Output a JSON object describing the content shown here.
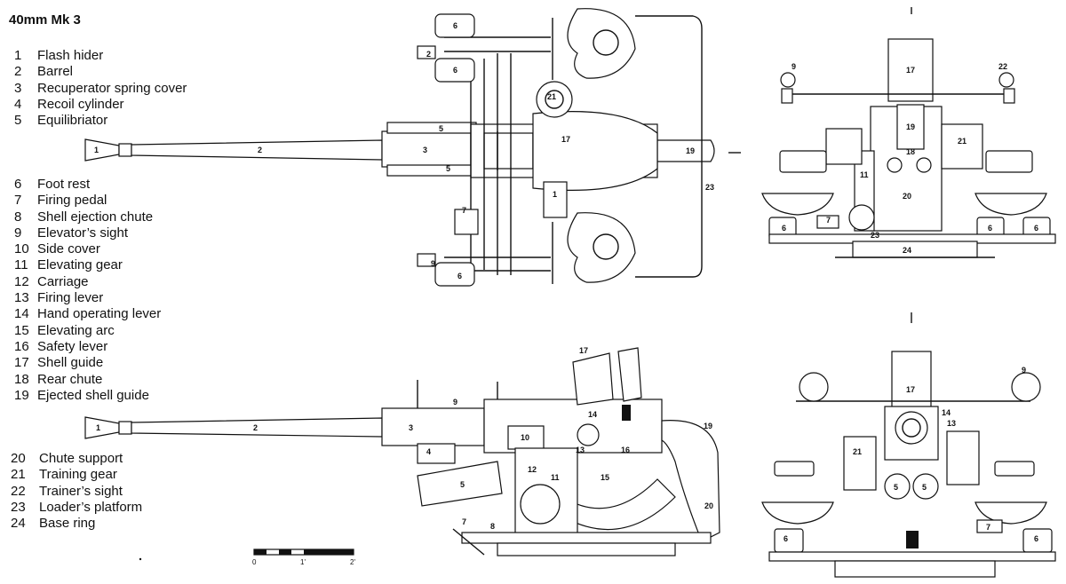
{
  "title": "40mm Mk 3",
  "legend_groups": [
    [
      {
        "num": "1",
        "label": "Flash hider"
      },
      {
        "num": "2",
        "label": "Barrel"
      },
      {
        "num": "3",
        "label": "Recuperator spring cover"
      },
      {
        "num": "4",
        "label": "Recoil cylinder"
      },
      {
        "num": "5",
        "label": "Equilibriator"
      }
    ],
    [
      {
        "num": "6",
        "label": "Foot rest"
      },
      {
        "num": "7",
        "label": "Firing pedal"
      },
      {
        "num": "8",
        "label": "Shell ejection chute"
      },
      {
        "num": "9",
        "label": "Elevator’s sight"
      },
      {
        "num": "10",
        "label": "Side cover"
      },
      {
        "num": "11",
        "label": "Elevating gear"
      },
      {
        "num": "12",
        "label": "Carriage"
      },
      {
        "num": "13",
        "label": "Firing lever"
      },
      {
        "num": "14",
        "label": "Hand operating lever"
      },
      {
        "num": "15",
        "label": "Elevating arc"
      },
      {
        "num": "16",
        "label": "Safety lever"
      },
      {
        "num": "17",
        "label": "Shell guide"
      },
      {
        "num": "18",
        "label": "Rear chute"
      },
      {
        "num": "19",
        "label": "Ejected shell guide"
      }
    ],
    [
      {
        "num": "20",
        "label": "Chute support"
      },
      {
        "num": "21",
        "label": "Training gear"
      },
      {
        "num": "22",
        "label": "Trainer’s sight"
      },
      {
        "num": "23",
        "label": "Loader’s platform"
      },
      {
        "num": "24",
        "label": "Base ring"
      }
    ]
  ],
  "scale_bar": {
    "labels": [
      "0",
      "1'",
      "2'"
    ]
  },
  "callouts": {
    "top_view": [
      "1",
      "2",
      "3",
      "5",
      "5",
      "6",
      "2",
      "6",
      "17",
      "19",
      "21",
      "1",
      "7",
      "9",
      "6",
      "23"
    ],
    "side_view": [
      "1",
      "2",
      "3",
      "4",
      "5",
      "9",
      "10",
      "11",
      "12",
      "13",
      "14",
      "15",
      "16",
      "17",
      "19",
      "20",
      "7",
      "8"
    ],
    "rear_view": [
      "9",
      "22",
      "17",
      "19",
      "18",
      "21",
      "11",
      "20",
      "7",
      "6",
      "6",
      "6",
      "23",
      "24"
    ],
    "front_view": [
      "9",
      "17",
      "14",
      "13",
      "21",
      "5",
      "5",
      "7",
      "6",
      "6"
    ]
  }
}
